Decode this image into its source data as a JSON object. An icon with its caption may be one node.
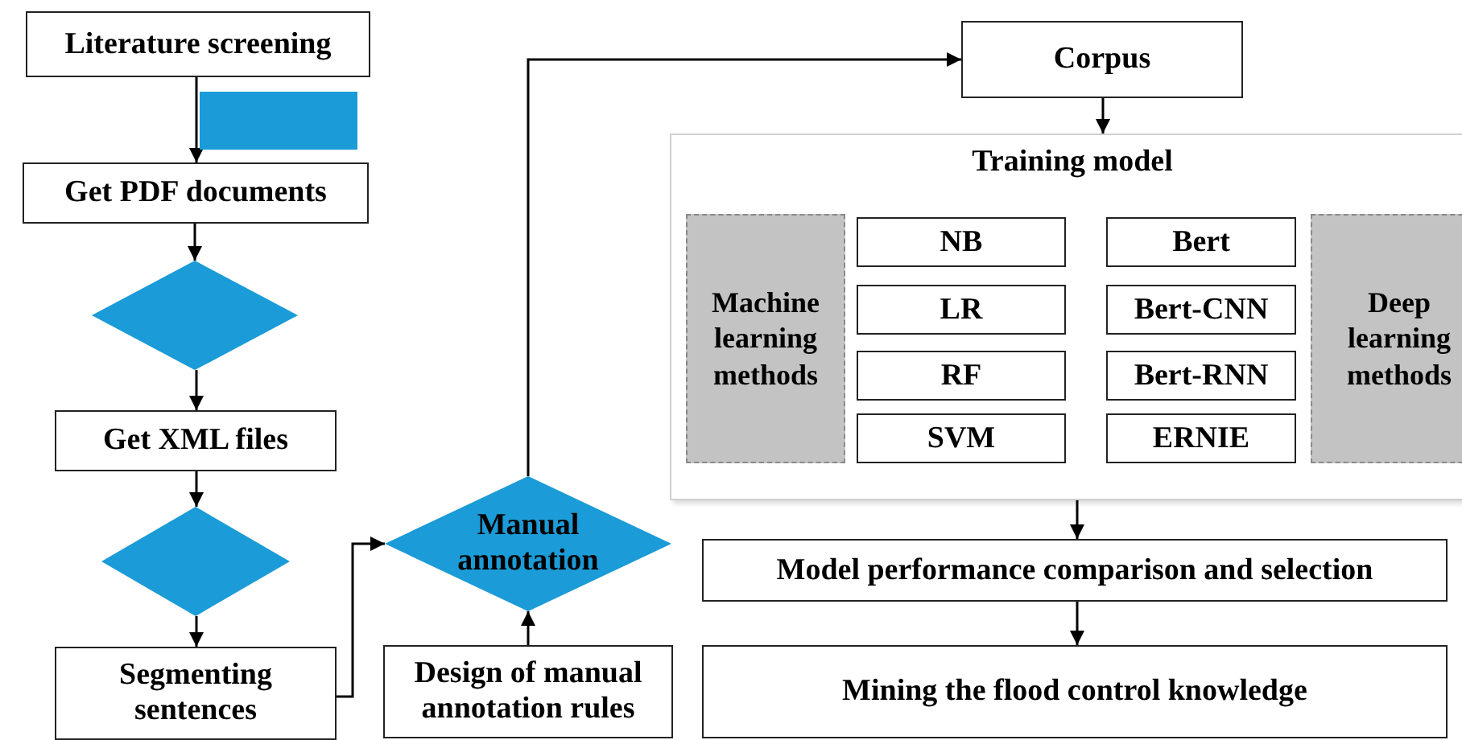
{
  "diagram": {
    "nodes": [
      {
        "text": [
          "Literature screening"
        ]
      },
      {
        "text": [],
        "shape": "box"
      },
      {
        "text": [
          "Get PDF documents"
        ]
      },
      {
        "text": [],
        "shape": "diamond"
      },
      {
        "text": [
          "Get XML files"
        ]
      },
      {
        "text": [],
        "shape": "diamond"
      },
      {
        "text": [
          "Segmenting sentences"
        ]
      },
      {
        "text": [
          "Manual annotation"
        ]
      },
      {
        "text": [
          "Design of manual annotation rules"
        ]
      },
      {
        "text": [
          "Corpus"
        ]
      },
      {
        "text": [
          "Training model"
        ]
      },
      {
        "text": [
          "Machine learning methods"
        ],
        "in": 10
      },
      {
        "text": [
          "NB"
        ],
        "in": 10
      },
      {
        "text": [
          "LR"
        ],
        "in": 10
      },
      {
        "text": [
          "RF"
        ],
        "in": 10
      },
      {
        "text": [
          "SVM"
        ],
        "in": 10
      },
      {
        "text": [
          "Bert"
        ],
        "in": 10
      },
      {
        "text": [
          "Bert-CNN"
        ],
        "in": 10
      },
      {
        "text": [
          "Bert-RNN"
        ],
        "in": 10
      },
      {
        "text": [
          "ERNIE"
        ],
        "in": 10
      },
      {
        "text": [
          "Deep learning methods"
        ],
        "in": 10
      },
      {
        "text": [
          "Model performance comparison and selection"
        ]
      },
      {
        "text": [
          "Mining the flood control knowledge"
        ]
      }
    ],
    "edges": [
      {
        "from": 0,
        "to": 2,
        "arrow": "to"
      },
      {
        "from": 2,
        "to": 3,
        "arrow": "to"
      },
      {
        "from": 3,
        "to": 4,
        "arrow": "to"
      },
      {
        "from": 4,
        "to": 5,
        "arrow": "to"
      },
      {
        "from": 5,
        "to": 6,
        "arrow": "to"
      },
      {
        "from": 6,
        "to": 7,
        "arrow": "to"
      },
      {
        "from": 8,
        "to": 7,
        "arrow": "to"
      },
      {
        "from": 7,
        "to": 9,
        "arrow": "to"
      },
      {
        "from": 9,
        "to": 10,
        "arrow": "to"
      },
      {
        "from": 10,
        "to": 21,
        "arrow": "to"
      },
      {
        "from": 21,
        "to": 22,
        "arrow": "to"
      }
    ]
  }
}
